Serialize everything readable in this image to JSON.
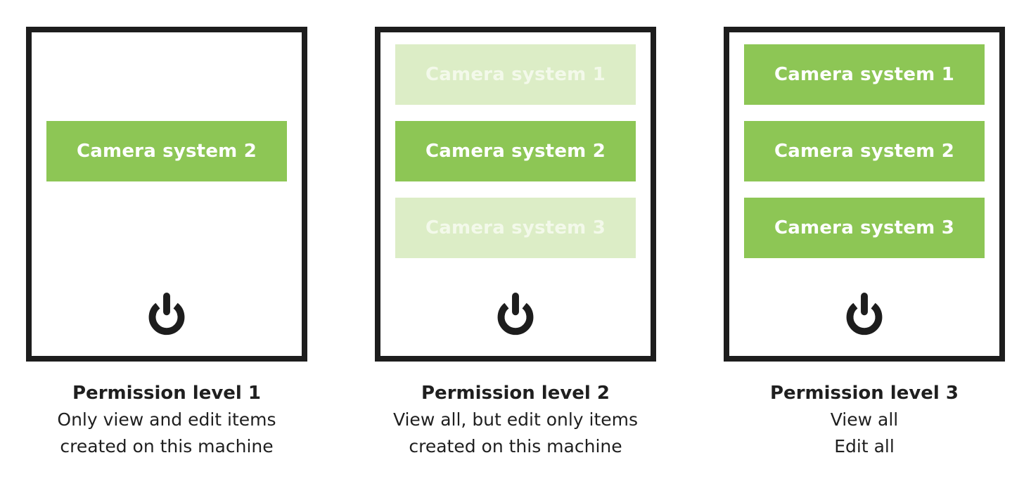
{
  "colors": {
    "green": "#8dc655",
    "green_faded": "#dcedc6",
    "text_on_green": "#ffffff",
    "text_on_faded": "#f3f9ea",
    "frame": "#1d1d1d",
    "caption_text": "#1f1f1f",
    "page_bg": "#ffffff"
  },
  "icons": {
    "power": "power-icon"
  },
  "panels": [
    {
      "buttons": [
        {
          "label": "",
          "state": "hidden"
        },
        {
          "label": "Camera system 2",
          "state": "active"
        },
        {
          "label": "",
          "state": "hidden"
        }
      ],
      "caption": {
        "title": "Permission level 1",
        "lines": [
          "Only view and edit items",
          "created on this machine"
        ]
      }
    },
    {
      "buttons": [
        {
          "label": "Camera system 1",
          "state": "faded"
        },
        {
          "label": "Camera system 2",
          "state": "active"
        },
        {
          "label": "Camera system 3",
          "state": "faded"
        }
      ],
      "caption": {
        "title": "Permission level 2",
        "lines": [
          "View all, but edit only items",
          "created on this machine"
        ]
      }
    },
    {
      "buttons": [
        {
          "label": "Camera system 1",
          "state": "active"
        },
        {
          "label": "Camera system 2",
          "state": "active"
        },
        {
          "label": "Camera system 3",
          "state": "active"
        }
      ],
      "caption": {
        "title": "Permission level 3",
        "lines": [
          "View all",
          "Edit all"
        ]
      }
    }
  ]
}
